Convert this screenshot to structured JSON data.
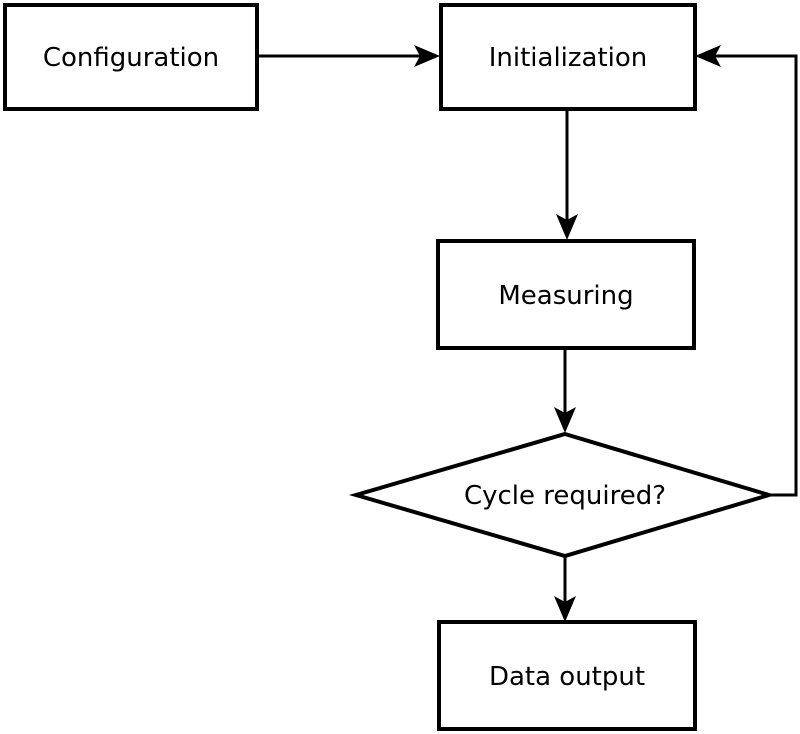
{
  "flowchart": {
    "background": "#ffffff",
    "stroke_color": "#000000",
    "node_fill": "#ffffff",
    "text_color": "#000000",
    "nodes": {
      "configuration": {
        "label": "Configuration",
        "shape": "rectangle"
      },
      "initialization": {
        "label": "Initialization",
        "shape": "rectangle"
      },
      "measuring": {
        "label": "Measuring",
        "shape": "rectangle"
      },
      "cycle_required": {
        "label": "Cycle required?",
        "shape": "diamond"
      },
      "data_output": {
        "label": "Data output",
        "shape": "rectangle"
      }
    },
    "edges": [
      {
        "from": "configuration",
        "to": "initialization",
        "direction": "right"
      },
      {
        "from": "initialization",
        "to": "measuring",
        "direction": "down"
      },
      {
        "from": "measuring",
        "to": "cycle_required",
        "direction": "down"
      },
      {
        "from": "cycle_required",
        "to": "data_output",
        "direction": "down"
      },
      {
        "from": "cycle_required",
        "to": "initialization",
        "direction": "feedback-loop-right-up"
      }
    ]
  }
}
